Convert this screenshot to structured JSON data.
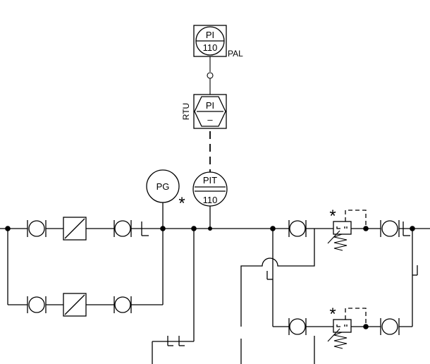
{
  "instruments": {
    "pi_top": {
      "tag": "PI",
      "number": "110",
      "alarm": "PAL"
    },
    "rtu": {
      "label": "RTU",
      "tag": "PI",
      "number": "–"
    },
    "pit": {
      "tag": "PIT",
      "number": "110"
    },
    "pg": {
      "tag": "PG"
    }
  },
  "notes": {
    "pg_star": "*",
    "valve_top_star": "*",
    "valve_bottom_star": "*"
  },
  "colors": {
    "line": "#000000",
    "background": "#ffffff"
  }
}
